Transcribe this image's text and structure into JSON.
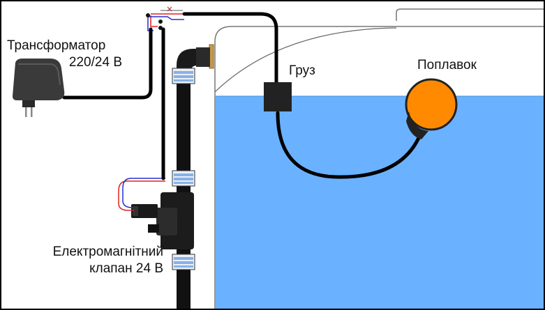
{
  "labels": {
    "transformer_line1": "Трансформатор",
    "transformer_line2": "220/24 В",
    "weight": "Груз",
    "float": "Поплавок",
    "valve_line1": "Електромагнітний",
    "valve_line2": "клапан 24 В"
  },
  "colors": {
    "water": "#6ab1ff",
    "float": "#ff8a00",
    "cable": "#000000",
    "wire_red": "#e02020",
    "wire_blue": "#2030d0",
    "fitting_blue": "#8ab0e6",
    "tank_outline": "#555555"
  }
}
